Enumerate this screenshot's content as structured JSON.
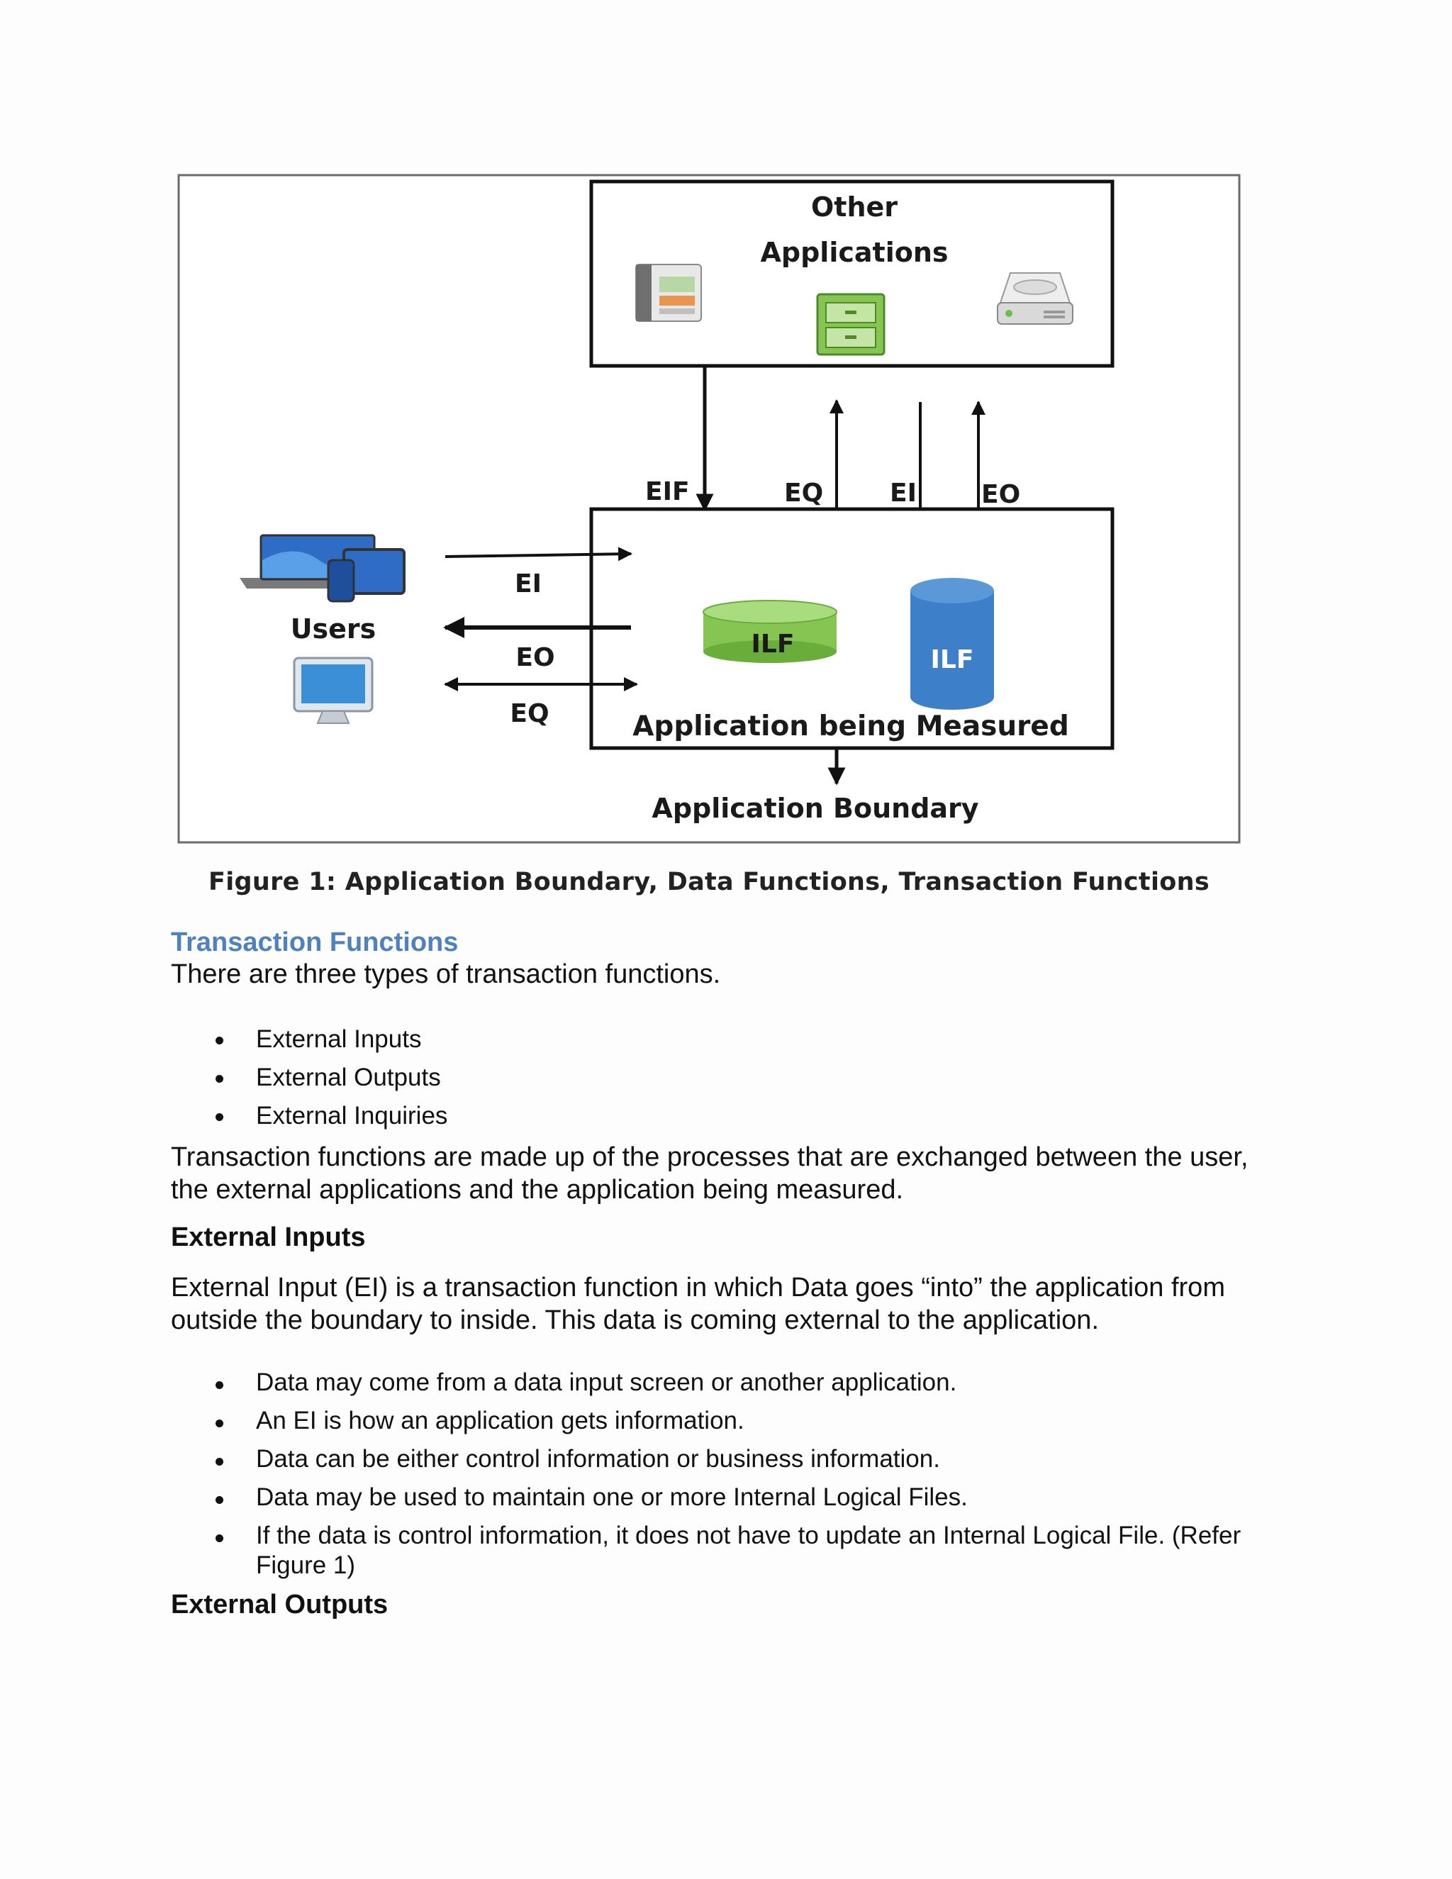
{
  "figure": {
    "other_applications": [
      "Other",
      "Applications"
    ],
    "users": "Users",
    "app_being_measured": "Application being Measured",
    "app_boundary": "Application Boundary",
    "ilf_green": "ILF",
    "ilf_blue": "ILF",
    "labels": {
      "eif": "EIF",
      "eq_top": "EQ",
      "ei_top": "EI",
      "eo_top": "EO",
      "ei_left": "EI",
      "eo_left": "EO",
      "eq_left": "EQ"
    },
    "caption": "Figure 1: Application Boundary, Data Functions, Transaction Functions",
    "colors": {
      "ilf_green": "#86c552",
      "ilf_blue": "#3d7fc8"
    }
  },
  "section": {
    "title": "Transaction Functions",
    "intro": "There are three types of transaction functions.",
    "types": [
      "External Inputs",
      "External Outputs",
      "External Inquiries"
    ],
    "description": "Transaction functions are made up of the processes that are exchanged between the user, the external applications and the application being measured."
  },
  "external_inputs": {
    "heading": "External Inputs",
    "description": "External Input (EI) is a transaction function in which Data goes “into” the application from outside the boundary to inside. This data is coming external to the application.",
    "points": [
      "Data may come from a data input screen or another application.",
      "An EI is how an application gets information.",
      "Data can be either control information or business information.",
      "Data may be used to maintain one or more Internal Logical Files.",
      "If the data is control information, it does not have to update an Internal Logical File. (Refer Figure 1)"
    ]
  },
  "external_outputs": {
    "heading": "External Outputs"
  }
}
